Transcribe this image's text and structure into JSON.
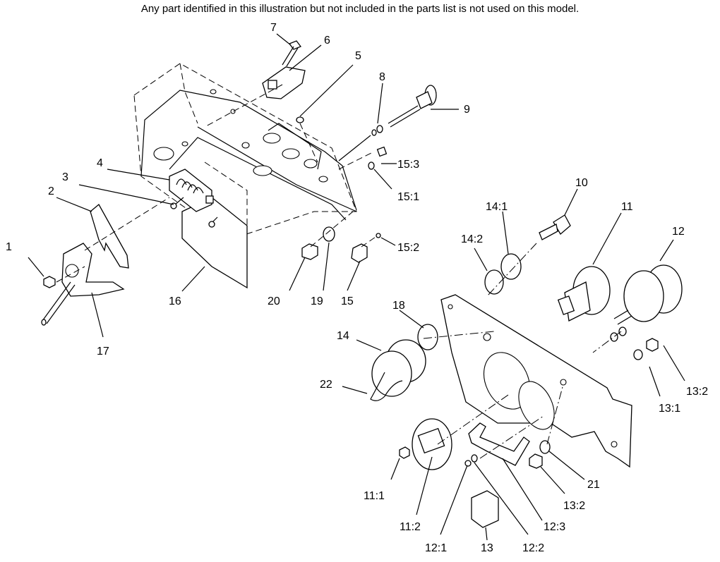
{
  "note": "Any part identified in this illustration but not included in the parts list is not used on this model.",
  "callouts": [
    {
      "id": "c1",
      "label": "1"
    },
    {
      "id": "c2",
      "label": "2"
    },
    {
      "id": "c3",
      "label": "3"
    },
    {
      "id": "c4",
      "label": "4"
    },
    {
      "id": "c5",
      "label": "5"
    },
    {
      "id": "c6",
      "label": "6"
    },
    {
      "id": "c7",
      "label": "7"
    },
    {
      "id": "c8",
      "label": "8"
    },
    {
      "id": "c9",
      "label": "9"
    },
    {
      "id": "c10",
      "label": "10"
    },
    {
      "id": "c11",
      "label": "11"
    },
    {
      "id": "c12",
      "label": "12"
    },
    {
      "id": "c13",
      "label": "13"
    },
    {
      "id": "c14",
      "label": "14"
    },
    {
      "id": "c15",
      "label": "15"
    },
    {
      "id": "c16",
      "label": "16"
    },
    {
      "id": "c17",
      "label": "17"
    },
    {
      "id": "c18",
      "label": "18"
    },
    {
      "id": "c19",
      "label": "19"
    },
    {
      "id": "c20",
      "label": "20"
    },
    {
      "id": "c21",
      "label": "21"
    },
    {
      "id": "c22",
      "label": "22"
    },
    {
      "id": "c11_1",
      "label": "11:1"
    },
    {
      "id": "c11_2",
      "label": "11:2"
    },
    {
      "id": "c12_1",
      "label": "12:1"
    },
    {
      "id": "c12_2",
      "label": "12:2"
    },
    {
      "id": "c12_3",
      "label": "12:3"
    },
    {
      "id": "c13_1",
      "label": "13:1"
    },
    {
      "id": "c13_2a",
      "label": "13:2"
    },
    {
      "id": "c13_2b",
      "label": "13:2"
    },
    {
      "id": "c14_1",
      "label": "14:1"
    },
    {
      "id": "c14_2",
      "label": "14:2"
    },
    {
      "id": "c15_1",
      "label": "15:1"
    },
    {
      "id": "c15_2",
      "label": "15:2"
    },
    {
      "id": "c15_3",
      "label": "15:3"
    }
  ]
}
